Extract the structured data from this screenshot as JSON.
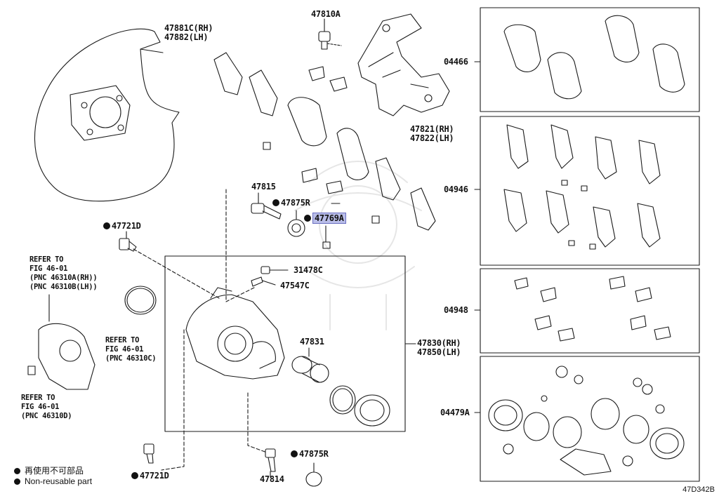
{
  "diagram": {
    "labels": {
      "shield": "47881C(RH)\n47882(LH)",
      "bolt_top": "47810A",
      "mounting": "47821(RH)\n47822(LH)",
      "pin_upper": "47815",
      "boot_upper": "47875R",
      "part_highlight": "47769A",
      "bolt_left": "47721D",
      "cap": "31478C",
      "bleeder": "47547C",
      "piston": "47831",
      "caliper": "47830(RH)\n47850(LH)",
      "boot_lower": "47875R",
      "pin_lower": "47814",
      "bolt_bottom": "47721D",
      "kit_pads": "04466",
      "kit_shims": "04946",
      "kit_clips": "04948",
      "kit_seals": "04479A"
    },
    "refs": {
      "ref_a": "REFER TO\nFIG 46-01\n(PNC 46310A(RH))\n(PNC 46310B(LH))",
      "ref_c": "REFER TO\nFIG 46-01\n(PNC 46310C)",
      "ref_d": "REFER TO\nFIG 46-01\n(PNC 46310D)"
    },
    "legend": {
      "jp": "再使用不可部品",
      "en": "Non-reusable part"
    },
    "figure_id": "47D342B"
  },
  "colors": {
    "line": "#1a1a1a",
    "highlight_bg": "#b9bde8",
    "watermark": "#e6e6e6"
  }
}
